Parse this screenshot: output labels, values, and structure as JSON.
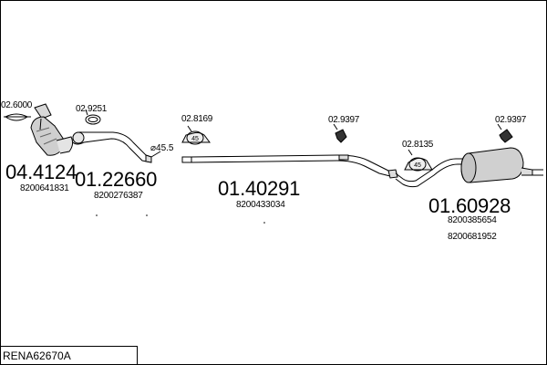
{
  "labels": {
    "clamp_1": "02.6000",
    "gasket_1": "02.9251",
    "clamp_2": "02.8169",
    "hanger_1": "02.9397",
    "clamp_3": "02.8135",
    "hanger_2": "02.9397",
    "diameter": "⌀45.5",
    "clamp_2_size": "45",
    "clamp_3_size": "45"
  },
  "parts": {
    "catalyst": {
      "code": "04.4124",
      "oem": "8200641831"
    },
    "front_pipe": {
      "code": "01.22660",
      "oem": "8200276387"
    },
    "center_pipe": {
      "code": "01.40291",
      "oem": "8200433034"
    },
    "rear_silencer": {
      "code": "01.60928",
      "oem_1": "8200385654",
      "oem_2": "8200681952"
    }
  },
  "reference": "RENA62670A",
  "icons": [
    "catalyst-shape",
    "gasket-ring",
    "clamp",
    "hanger",
    "silencer"
  ]
}
